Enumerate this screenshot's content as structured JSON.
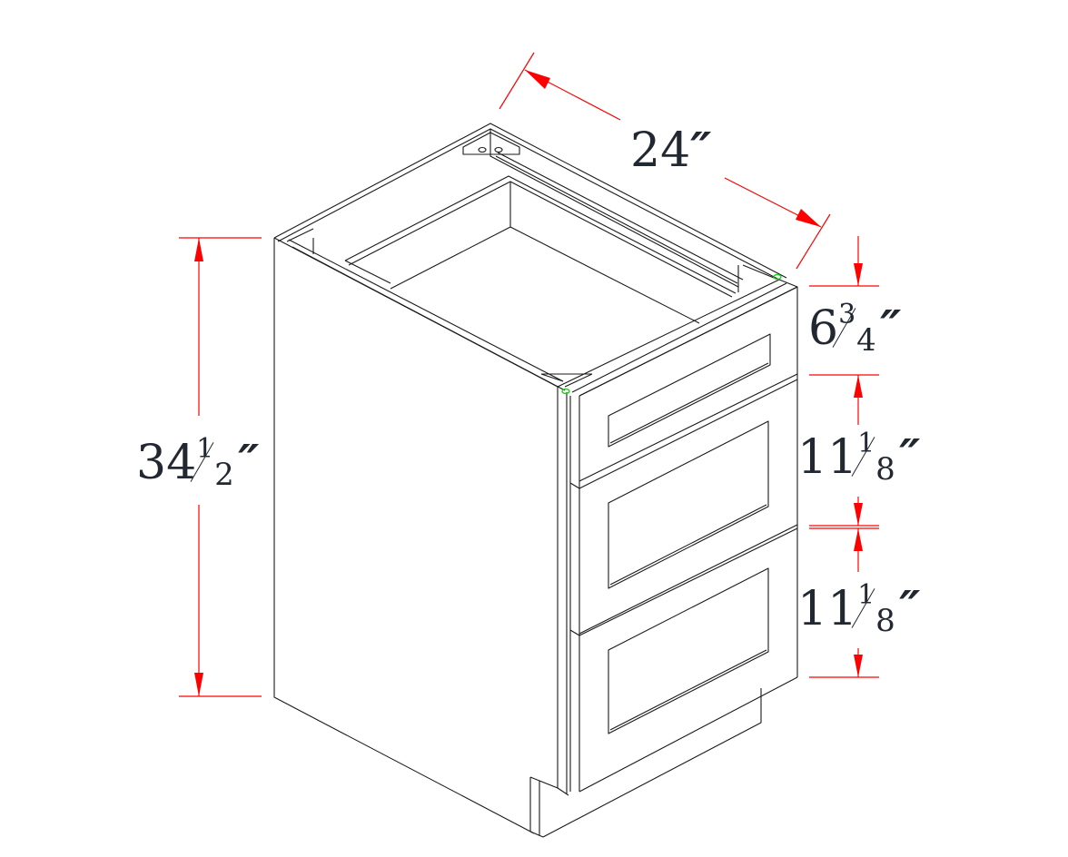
{
  "drawing": {
    "subject": "Base cabinet, 3 drawers",
    "colors": {
      "line": "#1a1a1a",
      "dimension": "#ff0000",
      "text": "#222831",
      "marker": "#22cc22",
      "background": "#ffffff"
    }
  },
  "dimensions": {
    "depth": {
      "whole": "24",
      "num": "",
      "den": "",
      "unit": "″"
    },
    "height": {
      "whole": "34",
      "num": "1",
      "den": "2",
      "unit": "″"
    },
    "top_drawer": {
      "whole": "6",
      "num": "3",
      "den": "4",
      "unit": "″"
    },
    "middle_drawer": {
      "whole": "11",
      "num": "1",
      "den": "8",
      "unit": "″"
    },
    "bottom_drawer": {
      "whole": "11",
      "num": "1",
      "den": "8",
      "unit": "″"
    }
  }
}
